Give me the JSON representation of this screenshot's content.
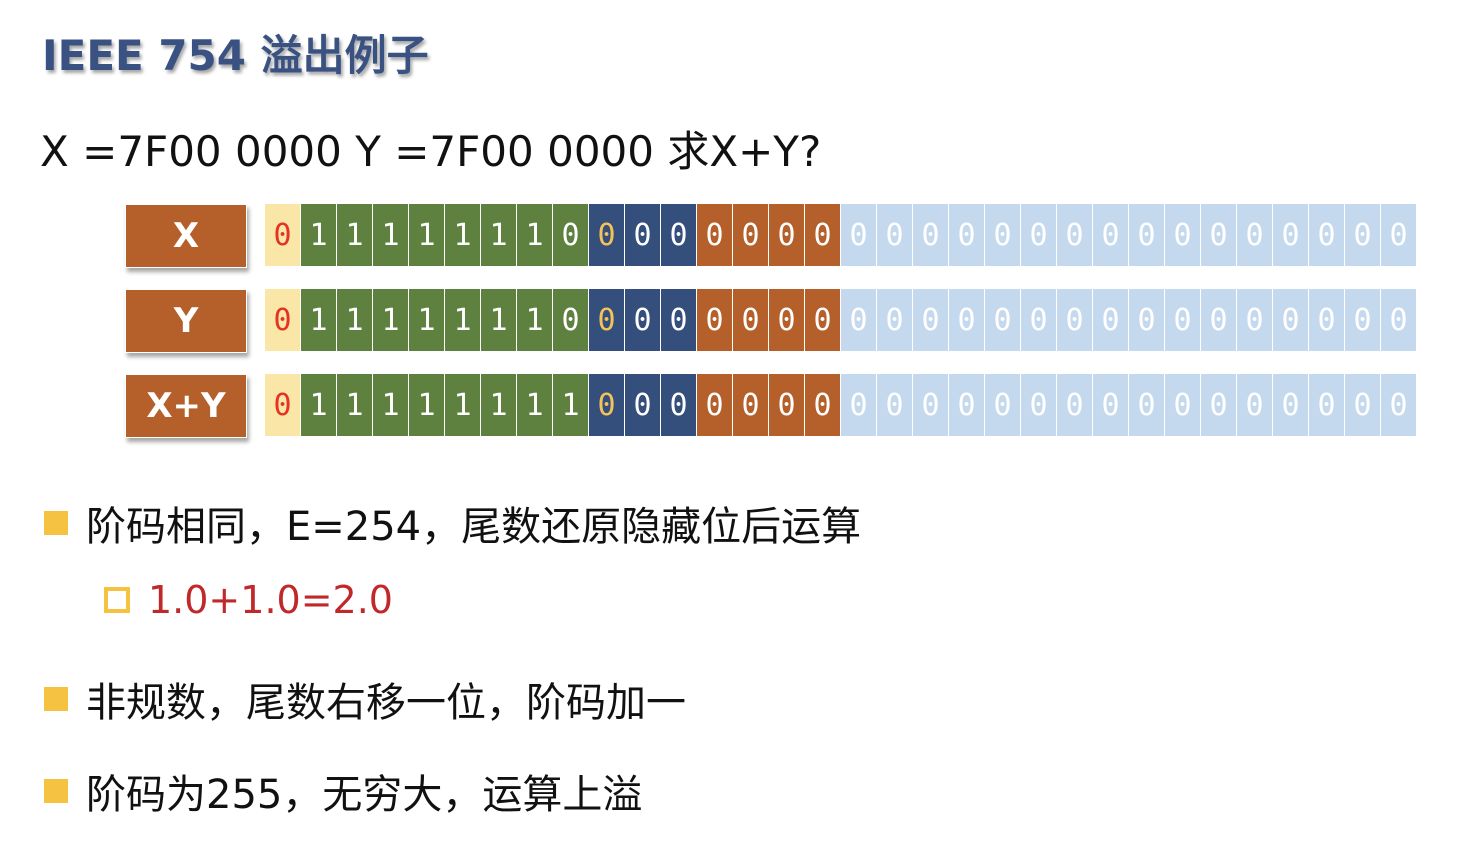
{
  "title": "IEEE 754 溢出例子",
  "question": "X =7F00 0000 Y =7F00 0000   求X+Y?",
  "rows": [
    {
      "label": "X",
      "bits": "01111111000000000000000000000000"
    },
    {
      "label": "Y",
      "bits": "01111111000000000000000000000000"
    },
    {
      "label": "X+Y",
      "bits": "01111111100000000000000000000000"
    }
  ],
  "bullets": [
    "阶码相同，E=254，尾数还原隐藏位后运算",
    "非规数，尾数右移一位，阶码加一",
    "阶码为255，无穷大，运算上溢"
  ],
  "sub_bullet": "1.0+1.0=2.0"
}
